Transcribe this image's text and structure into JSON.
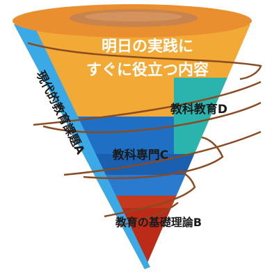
{
  "diagram": {
    "top_text_line1": "明日の実践に",
    "top_text_line2": "すぐに役立つ内容",
    "label_d": "教科教育D",
    "label_c": "教科専門C",
    "label_b": "教育の基礎理論B",
    "label_a": "現代的教育課題A"
  },
  "colors": {
    "rim": "#e98f2f",
    "rim_inner": "#c8844c",
    "top_band": "#f3a935",
    "layer_d": "#2bb3ad",
    "layer_c": "#1f6fc4",
    "layer_c_dark": "#1a5fb0",
    "layer_b": "#bb2b18",
    "side_band": "#3aa9e6",
    "spiral": "#8a4b22",
    "text_dark": "#1a1a1a",
    "text_light": "#ffffff"
  }
}
